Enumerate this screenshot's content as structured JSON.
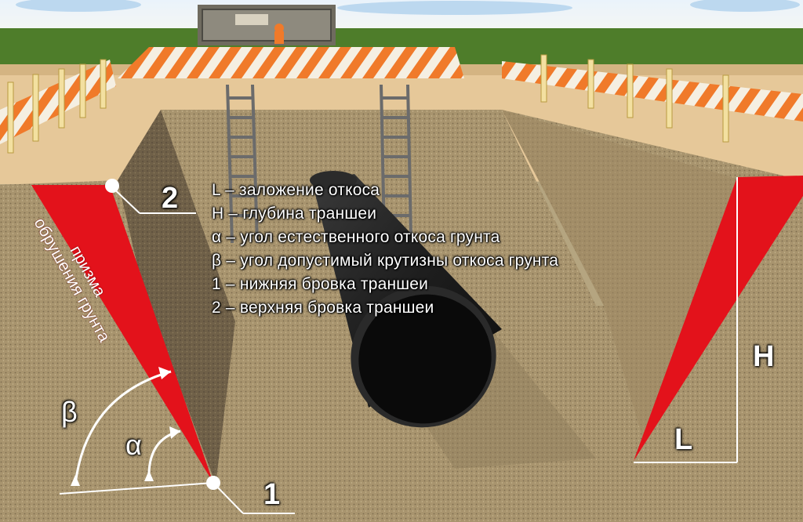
{
  "legend": [
    "L – заложение откоса",
    "H – глубина траншеи",
    "α – угол естественного откоса грунта",
    "β – угол допустимый крутизны откоса грунта",
    "1 – нижняя бровка траншеи",
    "2 – верхняя бровка траншеи"
  ],
  "labels": {
    "point_1": "1",
    "point_2": "2",
    "depth": "H",
    "slope_run": "L",
    "alpha": "α",
    "beta": "β"
  },
  "prism_label": [
    "призма",
    "обрушения грунта"
  ],
  "colors": {
    "prism_red": "#e3121b",
    "soil": "#a89470",
    "pipe": "#1a1a1a",
    "barrier_orange": "#f07a2a",
    "sky": "#cfe4f5",
    "grass": "#4e7d2a"
  }
}
